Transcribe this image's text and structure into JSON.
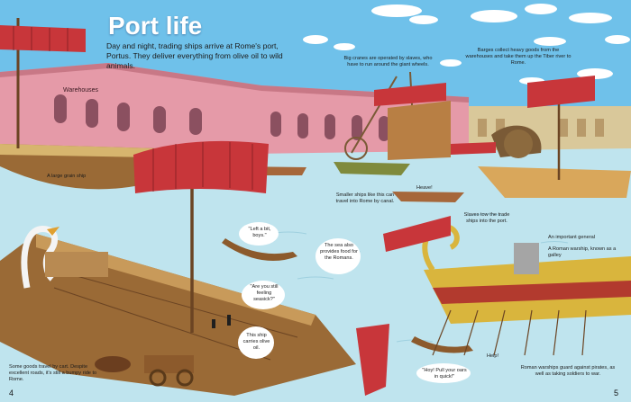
{
  "page": {
    "title": "Port life",
    "intro": "Day and night, trading ships arrive at Rome's port, Portus. They deliver everything from olive oil to wild animals.",
    "page_left": "4",
    "page_right": "5"
  },
  "labels": {
    "warehouses": "Warehouses",
    "cranes": "Big cranes are operated by slaves, who have to run around the giant wheels.",
    "barges": "Barges collect heavy goods from the warehouses and take them up the Tiber river to Rome.",
    "grain_ship": "A large grain ship",
    "smaller_ships": "Smaller ships like this can travel into Rome by canal.",
    "heave": "Heave!",
    "slaves_tow": "Slaves tow the trade ships into the port.",
    "left_boys": "\"Left a bit, boys.\"",
    "sea_food": "The sea also provides food for the Romans.",
    "general": "An important general",
    "warship": "A Roman warship, known as a galley",
    "seasick": "\"Are you still feeling seasick?\"",
    "olive_oil": "This ship carries olive oil.",
    "goods_cart": "Some goods travel by cart. Despite excellent roads, it's still a bumpy ride to Rome.",
    "pull_oars": "\"Hoy! Pull your oars in quick!\"",
    "help": "Help!",
    "warships_guard": "Roman warships guard against pirates, as well as taking soldiers to war."
  },
  "colors": {
    "sky": "#6fc1ea",
    "water": "#bfe4ee",
    "warehouse": "#e59aa8",
    "sail_red": "#c8363a",
    "hull_brown": "#9a6a36",
    "galley_gold": "#d9b53d"
  }
}
